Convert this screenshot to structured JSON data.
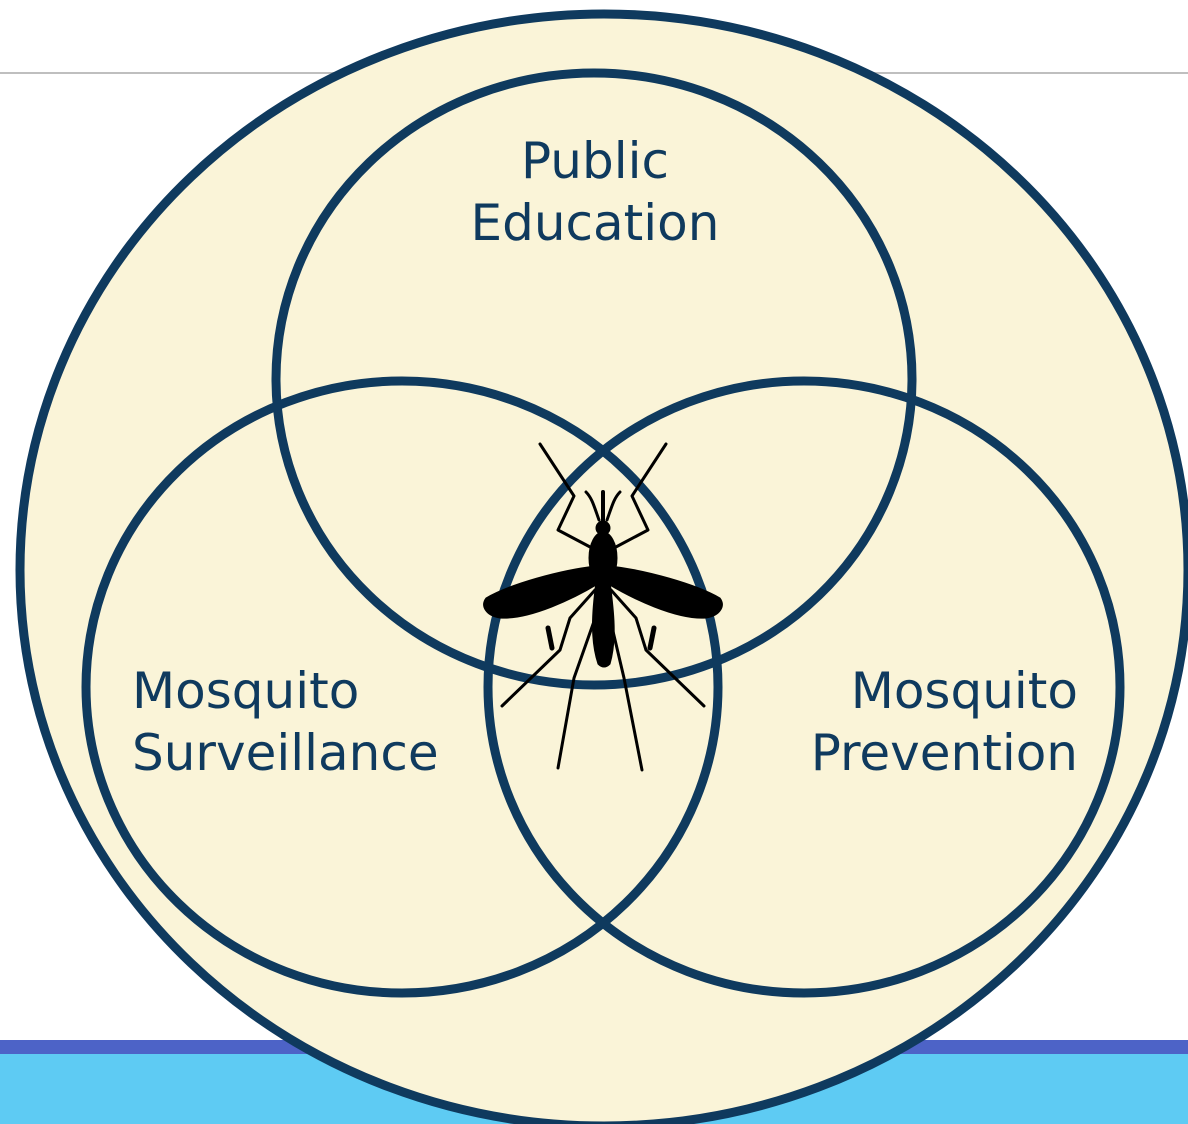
{
  "colors": {
    "outline": "#0f3a5e",
    "fill": "#faf4d8",
    "banner_top": "#4d63c7",
    "banner": "#5ecbf3",
    "rule": "#bfbfbf",
    "insect": "#000000"
  },
  "diagram": {
    "circles": [
      {
        "id": "public-education",
        "line1": "Public",
        "line2": "Education"
      },
      {
        "id": "mosquito-surveillance",
        "line1": "Mosquito",
        "line2": "Surveillance"
      },
      {
        "id": "mosquito-prevention",
        "line1": "Mosquito",
        "line2": "Prevention"
      }
    ],
    "center_icon": "mosquito-icon"
  }
}
